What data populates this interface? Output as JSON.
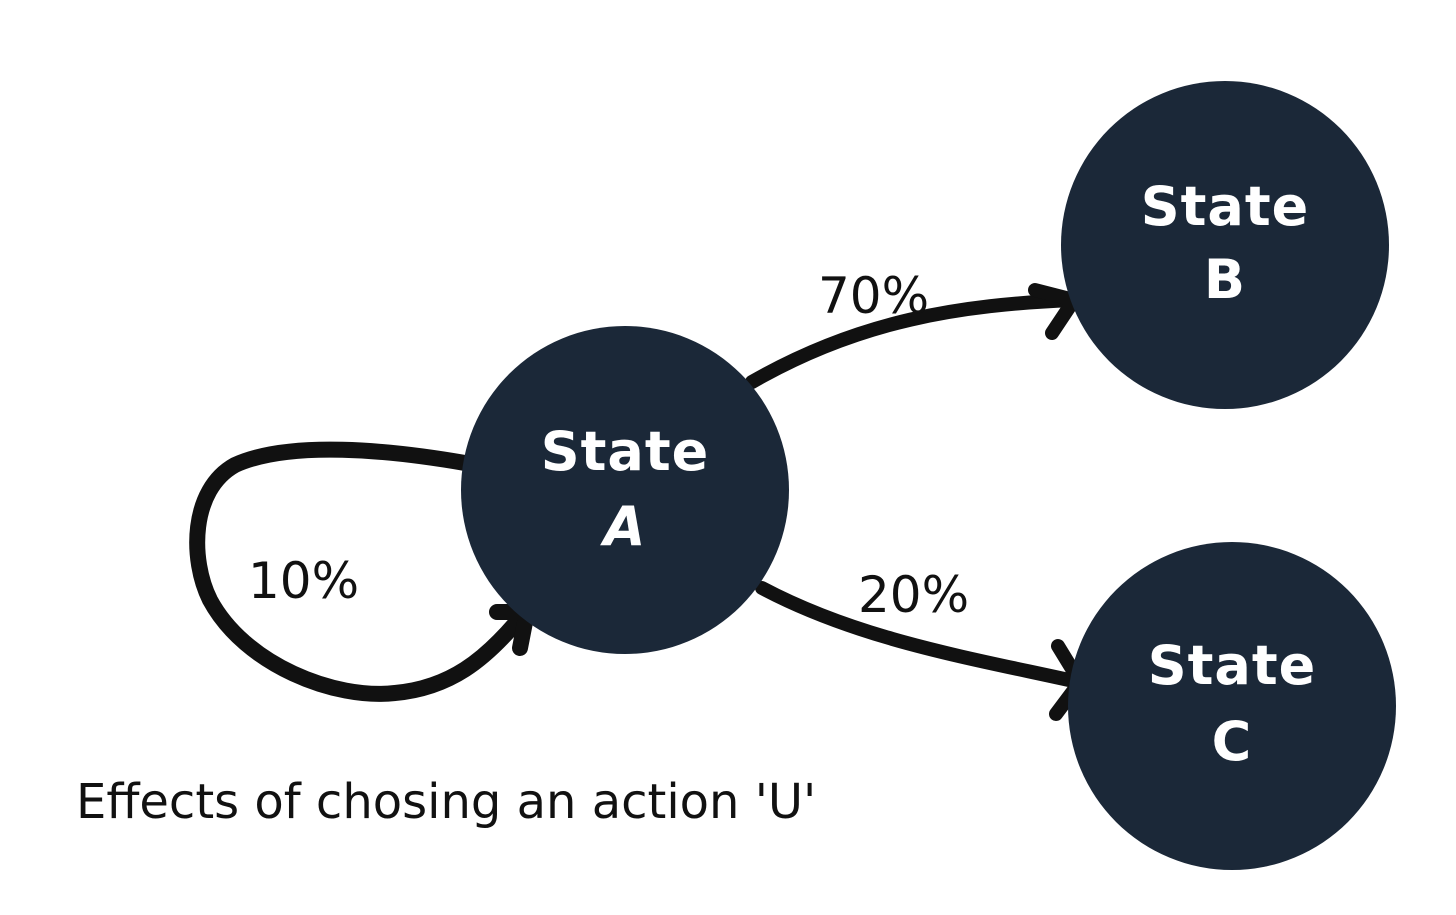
{
  "diagram": {
    "colors": {
      "node_fill": "#1b2838",
      "node_text": "#ffffff",
      "edge": "#111111",
      "text": "#111111",
      "background": "#ffffff"
    },
    "nodes": {
      "a": {
        "line1": "State",
        "line2": "A"
      },
      "b": {
        "line1": "State",
        "line2": "B"
      },
      "c": {
        "line1": "State",
        "line2": "C"
      }
    },
    "edges": {
      "a_to_a": {
        "label": "10%"
      },
      "a_to_b": {
        "label": "70%"
      },
      "a_to_c": {
        "label": "20%"
      }
    },
    "caption": "Effects of chosing an action 'U'"
  }
}
